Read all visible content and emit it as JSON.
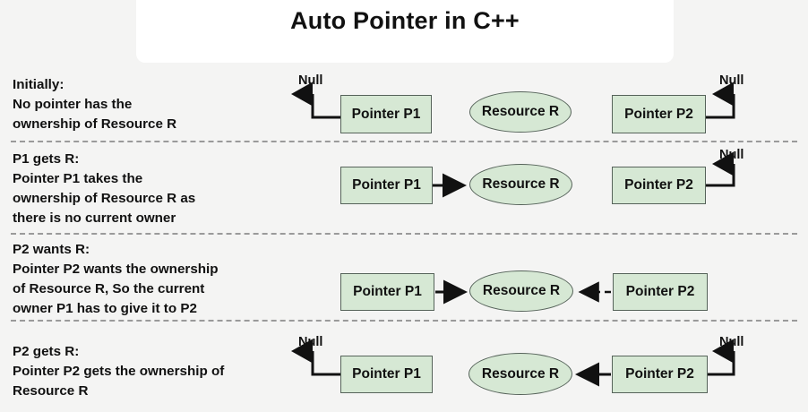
{
  "title": {
    "text": "Auto Pointer in C++"
  },
  "labels": {
    "pointer_p1": "Pointer P1",
    "pointer_p2": "Pointer P2",
    "resource_r": "Resource R",
    "null": "Null"
  },
  "colors": {
    "background": "#f4f4f3",
    "title_panel": "#ffffff",
    "node_fill": "#d6e8d4",
    "node_stroke": "#56635a",
    "arrow": "#111111",
    "separator": "#9a9a9a"
  },
  "rows": [
    {
      "id": "initially",
      "heading": "Initially:",
      "description": "Initially:\nNo pointer has the\nownership of Resource R",
      "nodes": [
        "Pointer P1",
        "Resource R",
        "Pointer P2"
      ],
      "p1_target": "Null",
      "p2_target": "Null",
      "p1_arrow_style": "null-left",
      "p2_arrow_style": "null-right"
    },
    {
      "id": "p1-gets-r",
      "heading": "P1 gets R:",
      "description": "P1 gets R:\nPointer P1 takes the\nownership of Resource R as\nthere is no current owner",
      "nodes": [
        "Pointer P1",
        "Resource R",
        "Pointer P2"
      ],
      "p1_target": "Resource R",
      "p2_target": "Null",
      "p1_arrow_style": "solid-right",
      "p2_arrow_style": "null-right"
    },
    {
      "id": "p2-wants-r",
      "heading": "P2 wants R:",
      "description": "P2 wants R:\nPointer P2 wants the ownership\nof Resource R, So the current\nowner P1 has to give it to P2",
      "nodes": [
        "Pointer P1",
        "Resource R",
        "Pointer P2"
      ],
      "p1_target": "Resource R",
      "p2_target": "Resource R",
      "p1_arrow_style": "solid-right",
      "p2_arrow_style": "dashed-left"
    },
    {
      "id": "p2-gets-r",
      "heading": "P2 gets R:",
      "description": "P2 gets R:\nPointer P2 gets the ownership of\nResource R",
      "nodes": [
        "Pointer P1",
        "Resource R",
        "Pointer P2"
      ],
      "p1_target": "Null",
      "p2_target": "Resource R",
      "p1_arrow_style": "null-left",
      "p2_arrow_style": "solid-left-and-null-right"
    }
  ]
}
